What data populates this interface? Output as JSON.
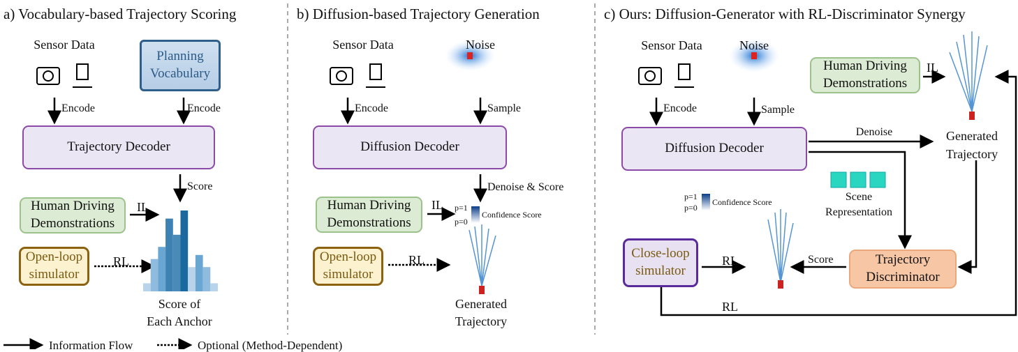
{
  "legend": {
    "solid": "Information Flow",
    "dotted": "Optional (Method-Dependent)"
  },
  "panel_a": {
    "title": "a) Vocabulary-based Trajectory Scoring",
    "sensor": "Sensor Data",
    "vocab": [
      "Planning",
      "Vocabulary"
    ],
    "encode": "Encode",
    "decoder": "Trajectory Decoder",
    "score": "Score",
    "human": [
      "Human Driving",
      "Demonstrations"
    ],
    "il": "IL",
    "rl": "RL",
    "sim": [
      "Open-loop",
      "simulator"
    ],
    "result": [
      "Score of",
      "Each Anchor"
    ],
    "hist": [
      0.1,
      0.4,
      0.55,
      0.9,
      0.7,
      1.0,
      0.3,
      0.45,
      0.3,
      0.1
    ]
  },
  "panel_b": {
    "title": "b) Diffusion-based Trajectory Generation",
    "sensor": "Sensor Data",
    "noise": "Noise",
    "encode": "Encode",
    "sample": "Sample",
    "decoder": "Diffusion Decoder",
    "denoise": "Denoise & Score",
    "human": [
      "Human Driving",
      "Demonstrations"
    ],
    "il": "IL",
    "rl": "RL",
    "sim": [
      "Open-loop",
      "simulator"
    ],
    "p1": "p=1",
    "p0": "p=0",
    "conf": "Confidence Score",
    "result": [
      "Generated",
      "Trajectory"
    ]
  },
  "panel_c": {
    "title": "c) Ours: Diffusion-Generator with RL-Discriminator Synergy",
    "sensor": "Sensor Data",
    "noise": "Noise",
    "encode": "Encode",
    "sample": "Sample",
    "decoder": "Diffusion Decoder",
    "denoise": "Denoise",
    "human": [
      "Human Driving",
      "Demonstrations"
    ],
    "il": "IL",
    "gen": [
      "Generated",
      "Trajectory"
    ],
    "scene": [
      "Scene",
      "Representation"
    ],
    "p1": "p=1",
    "p0": "p=0",
    "conf": "Confidence Score",
    "sim": [
      "Close-loop",
      "simulator"
    ],
    "rl": "RL",
    "score": "Score",
    "disc": [
      "Trajectory",
      "Discriminator"
    ],
    "rl2": "RL"
  },
  "colors": {
    "decoder": "#8b4aa8",
    "human": "#9cc28c",
    "discriminator": "#f7c6a4",
    "traj": "#1f6fb0"
  }
}
